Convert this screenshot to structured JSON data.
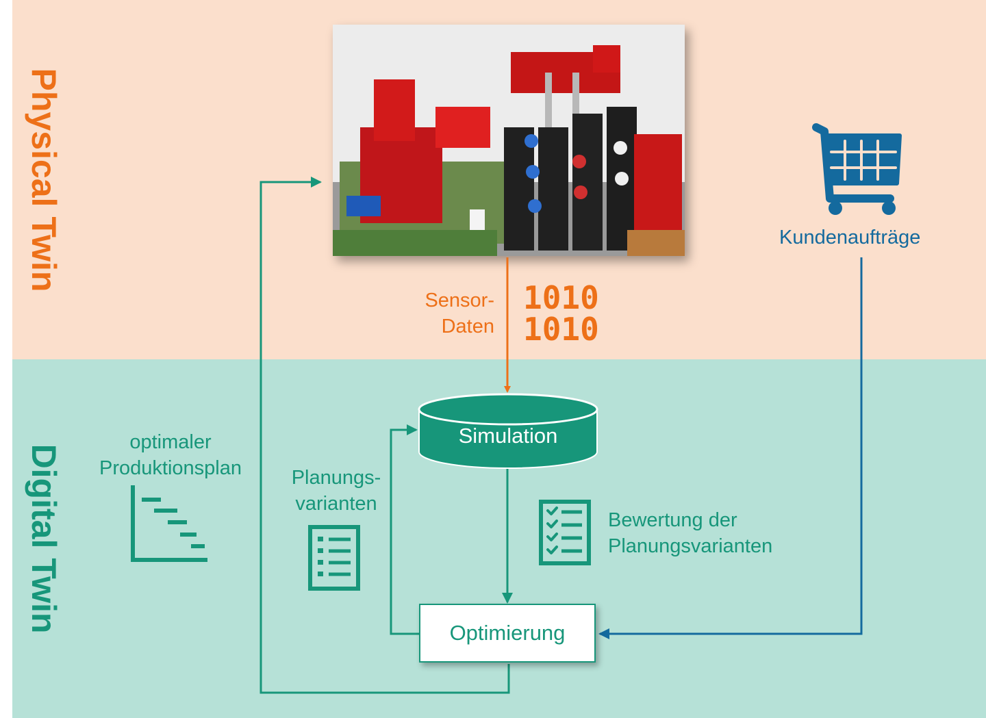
{
  "bands": {
    "physical_label": "Physical Twin",
    "digital_label": "Digital Twin"
  },
  "labels": {
    "sensor": [
      "Sensor-",
      "Daten"
    ],
    "binary": [
      "1010",
      "1010"
    ],
    "kunden": "Kundenaufträge",
    "optimal": [
      "optimaler",
      "Produktionsplan"
    ],
    "planungs": [
      "Planungs-",
      "varianten"
    ],
    "bewertung": [
      "Bewertung der",
      "Planungsvarianten"
    ],
    "simulation": "Simulation",
    "optimierung": "Optimierung"
  },
  "colors": {
    "physical_bg": "#fbdfcc",
    "digital_bg": "#b6e1d7",
    "orange": "#ed7018",
    "teal": "#17967a",
    "blue": "#146a9e"
  },
  "icons": [
    "shopping-cart-icon",
    "gantt-chart-icon",
    "list-icon",
    "checklist-icon",
    "database-icon"
  ]
}
